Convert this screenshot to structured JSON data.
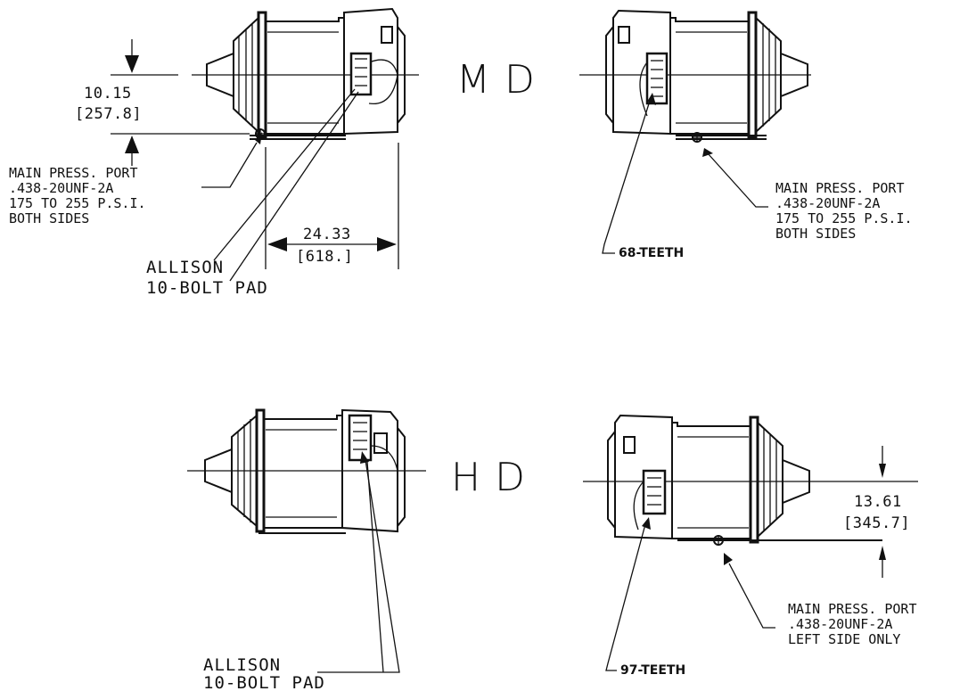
{
  "views": {
    "md_label": "MD",
    "hd_label": "HD"
  },
  "md_left": {
    "dim_height": "10.15",
    "dim_height_mm": "[257.8]",
    "port_line1": "MAIN PRESS. PORT",
    "port_line2": ".438-20UNF-2A",
    "port_line3": "175 TO 255 P.S.I.",
    "port_line4": "BOTH SIDES",
    "dim_length": "24.33",
    "dim_length_mm": "[618.]",
    "pad_line1": "ALLISON",
    "pad_line2": "10-BOLT PAD"
  },
  "md_right": {
    "port_line1": "MAIN PRESS. PORT",
    "port_line2": ".438-20UNF-2A",
    "port_line3": "175 TO 255 P.S.I.",
    "port_line4": "BOTH SIDES",
    "teeth": "68-TEETH"
  },
  "hd_left": {
    "pad_line1": "ALLISON",
    "pad_line2": "10-BOLT PAD"
  },
  "hd_right": {
    "dim_height": "13.61",
    "dim_height_mm": "[345.7]",
    "port_line1": "MAIN PRESS. PORT",
    "port_line2": ".438-20UNF-2A",
    "port_line3": "LEFT SIDE ONLY",
    "teeth": "97-TEETH"
  }
}
